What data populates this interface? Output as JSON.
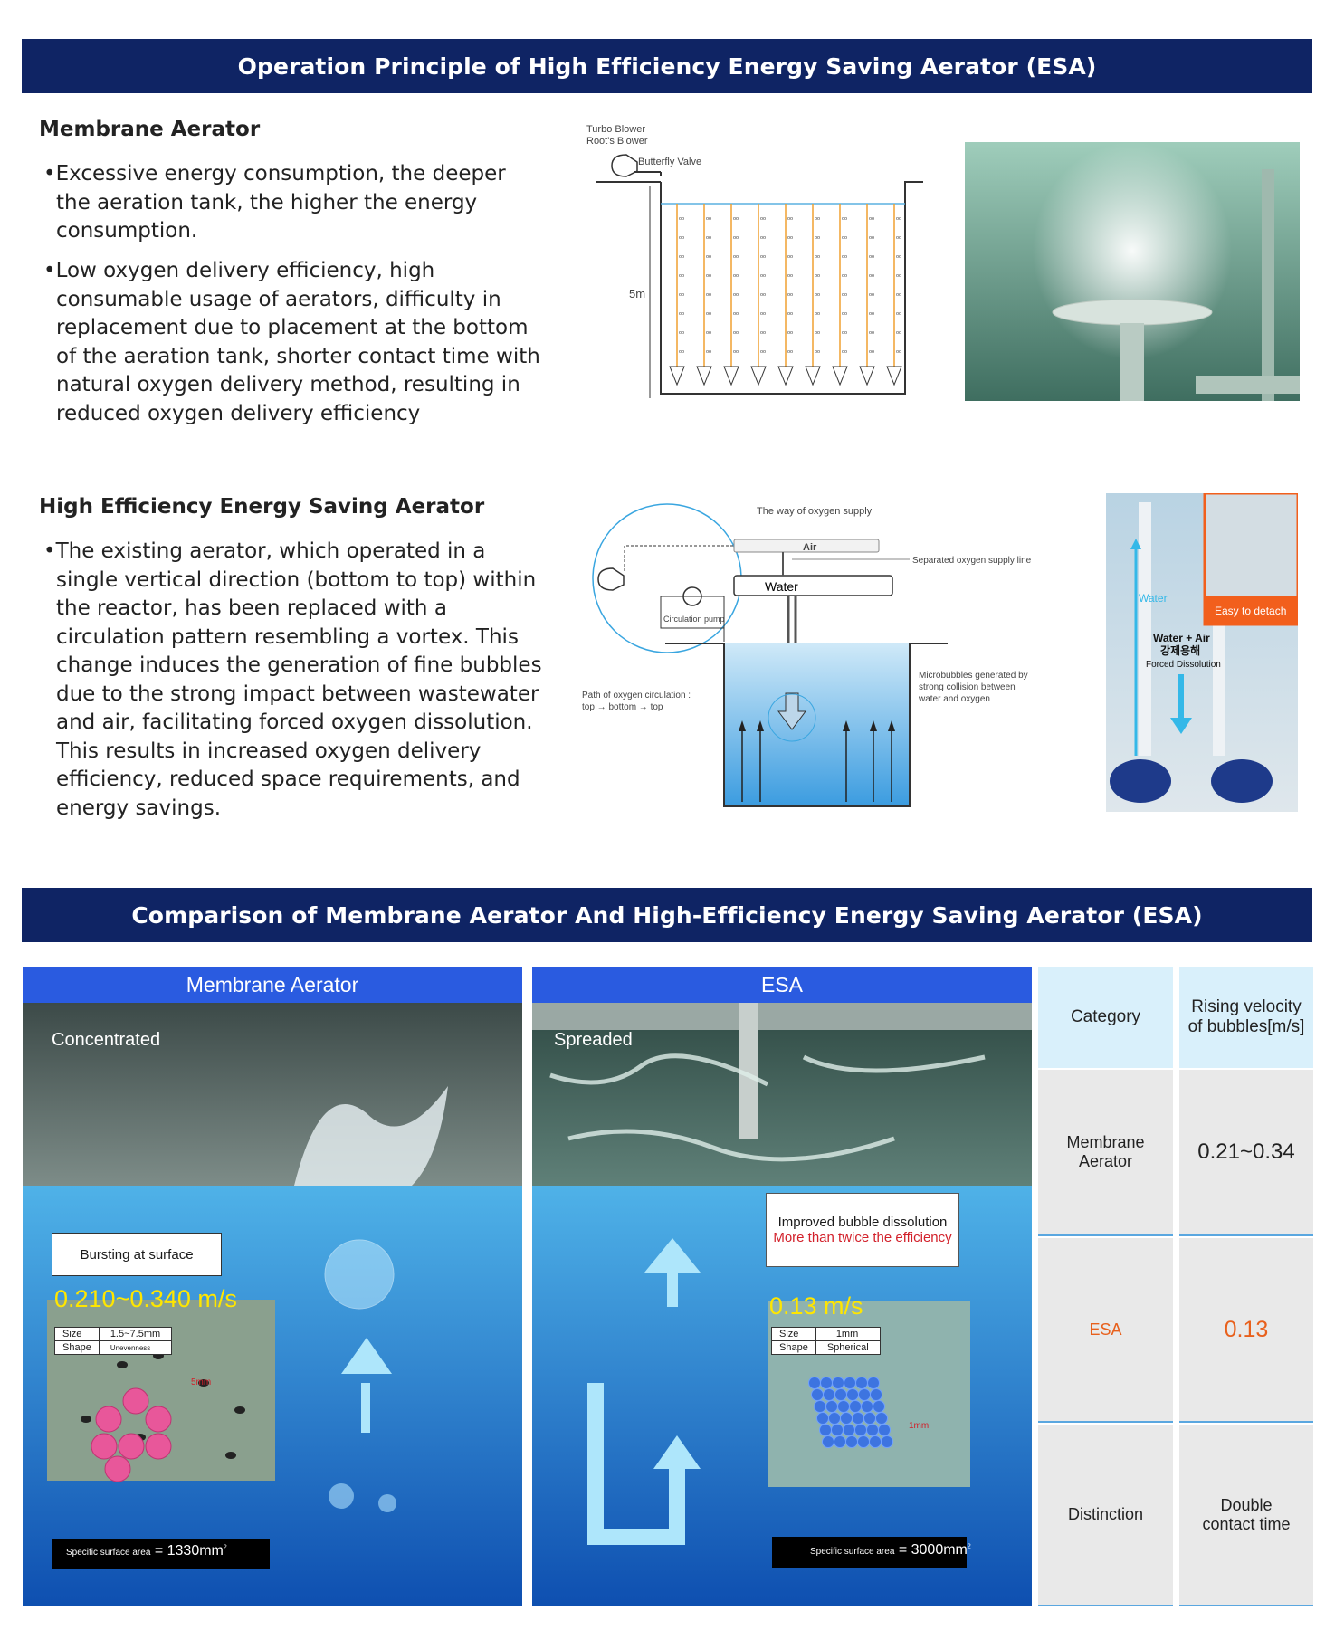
{
  "banner1": "Operation Principle of High Efficiency Energy Saving Aerator (ESA)",
  "membrane": {
    "title": "Membrane Aerator",
    "bullets": [
      "Excessive energy consumption, the deeper the aeration tank, the higher the energy consumption.",
      "Low oxygen delivery efficiency, high consumable usage of aerators, difficulty in replacement due to placement at the bottom of the aeration tank, shorter contact time with natural oxygen delivery method, resulting in reduced oxygen delivery efficiency"
    ],
    "diagram": {
      "blower": "Turbo Blower",
      "roots": "Root's Blower",
      "valve": "Butterfly Valve",
      "depth": "5m"
    }
  },
  "esa": {
    "title": "High Efficiency Energy Saving Aerator",
    "bullets": [
      "The existing aerator, which operated in a single vertical direction (bottom to top) within the reactor, has been replaced with a circulation pattern resembling a vortex. This change induces the generation of fine bubbles due to the strong impact between wastewater and air, facilitating forced oxygen dissolution. This results in increased oxygen delivery efficiency, reduced space requirements, and energy savings."
    ],
    "diagram": {
      "title": "The way of oxygen supply",
      "air": "Air",
      "water": "Water",
      "pump": "Circulation pump",
      "supply_line": "Separated oxygen supply line",
      "path_1": "Path of oxygen circulation :",
      "path_2": "top → bottom → top",
      "micro_1": "Microbubbles generated by",
      "micro_2": "strong collision between",
      "micro_3": "water and oxygen"
    },
    "photo": {
      "water": "Water",
      "water_air": "Water + Air",
      "korean": "강제용해",
      "forced": "Forced Dissolution",
      "detach": "Easy to detach"
    }
  },
  "banner2": "Comparison of Membrane Aerator And High-Efficiency Energy Saving Aerator (ESA)",
  "compare": {
    "left": {
      "header": "Membrane Aerator",
      "tag": "Concentrated",
      "note": "Bursting at surface",
      "speed": "0.210~0.340 m/s",
      "size_label": "Size",
      "size_value": "1.5~7.5mm",
      "shape_label": "Shape",
      "shape_value": "Unevenness",
      "scale": "5mm",
      "area_label": "Specific surface area",
      "area_value": "= 1330mm",
      "area_sup": "2"
    },
    "right": {
      "header": "ESA",
      "tag": "Spreaded",
      "note_1": "Improved bubble dissolution",
      "note_2": "More than twice the efficiency",
      "speed": "0.13 m/s",
      "size_label": "Size",
      "size_value": "1mm",
      "shape_label": "Shape",
      "shape_value": "Spherical",
      "scale": "1mm",
      "area_label": "Specific surface area",
      "area_value": "= 3000mm",
      "area_sup": "2"
    }
  },
  "table": {
    "header": [
      "Category",
      "Rising velocity of bubbles[m/s]"
    ],
    "rows": [
      [
        "Membrane Aerator",
        "0.21~0.34"
      ],
      [
        "ESA",
        "0.13"
      ],
      [
        "Distinction",
        "Double contact time"
      ]
    ],
    "colors": {
      "accent": "#e8601c",
      "header_bg": "#d9f0fb",
      "body_bg": "#e9e9e9",
      "rule": "#5aa7e0"
    }
  }
}
